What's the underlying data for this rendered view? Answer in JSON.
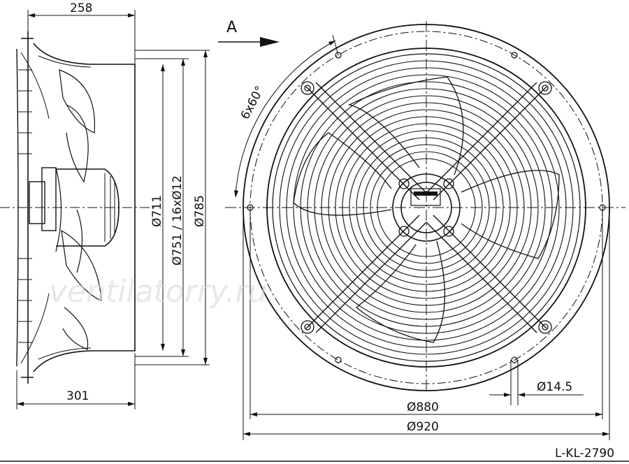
{
  "drawing": {
    "view_marker": "A",
    "dimensions": {
      "side_depth_top": "258",
      "side_depth_bottom": "301",
      "d_711": "Ø711",
      "d_751_holes": "Ø751 / 16xØ12",
      "d_785": "Ø785",
      "angle": "6x60°",
      "hole": "Ø14.5",
      "d_880": "Ø880",
      "d_920": "Ø920"
    },
    "code": "L-KL-2790",
    "watermark": "ventilatorry.ru"
  }
}
